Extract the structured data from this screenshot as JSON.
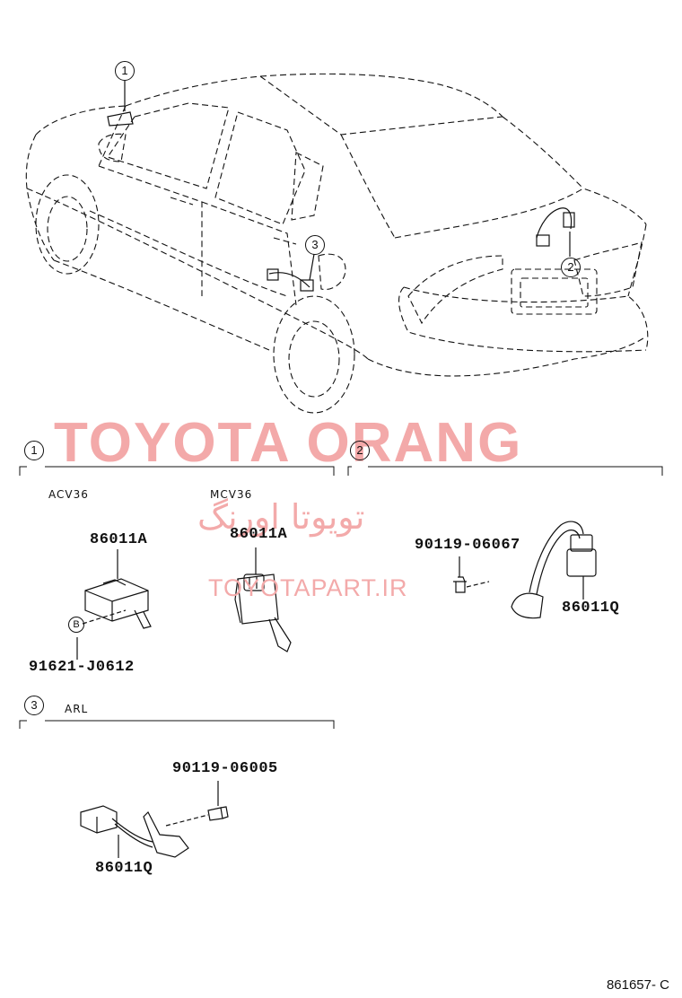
{
  "watermark": {
    "brand": "TOYOTA ORANG",
    "persian": "تویوتا اورنگ",
    "site": "TOYOTAPART.IR"
  },
  "callouts": {
    "c1": "1",
    "c2": "2",
    "c3": "3",
    "b": "B"
  },
  "section1": {
    "number": "1",
    "variant_left": "ACV36",
    "variant_right": "MCV36",
    "part_left": "86011A",
    "part_right": "86011A",
    "bolt_part": "91621-J0612"
  },
  "section2": {
    "number": "2",
    "bolt_part": "90119-06067",
    "part": "86011Q"
  },
  "section3": {
    "number": "3",
    "variant": "ARL",
    "bolt_part": "90119-06005",
    "part": "86011Q"
  },
  "footer": {
    "code": "861657- C"
  }
}
